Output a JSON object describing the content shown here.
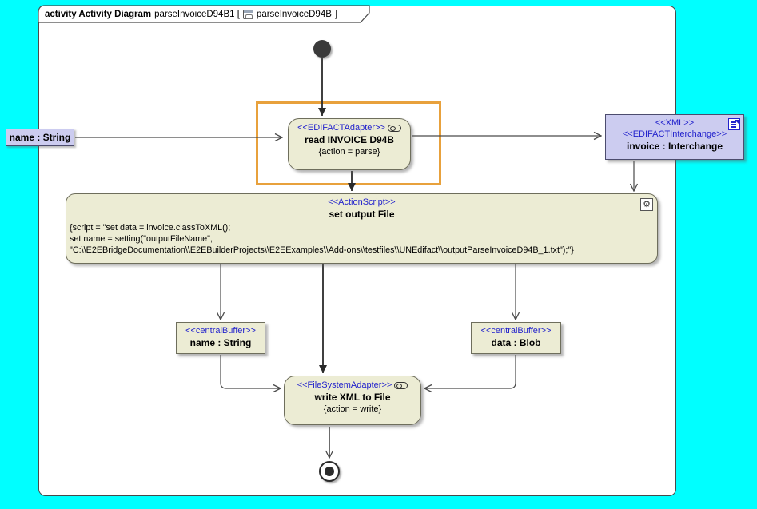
{
  "frame": {
    "label_keyword": "activity Activity Diagram",
    "label_name": "parseInvoiceD94B1 [",
    "label_ref": "parseInvoiceD94B",
    "label_close": "]"
  },
  "colors": {
    "background": "#00FFFF",
    "highlight_orange": "#E8A13C",
    "node_fill": "#ECECD4",
    "object_fill": "#CCCCF0",
    "stereotype_blue": "#2222CC"
  },
  "nodes": {
    "edifact_adapter": {
      "stereotype": "<<EDIFACTAdapter>>",
      "name": "read INVOICE D94B",
      "action": "{action = parse}"
    },
    "name_pin": {
      "label": "name : String"
    },
    "invoice_object": {
      "stereotype1": "<<XML>>",
      "stereotype2": "<<EDIFACTInterchange>>",
      "name": "invoice : Interchange"
    },
    "action_script": {
      "stereotype": "<<ActionScript>>",
      "name": "set output File",
      "script_lines": [
        "{script = \"set data = invoice.classToXML();",
        "set name = setting(\"outputFileName\",",
        "\"C:\\\\E2EBridgeDocumentation\\\\E2EBuilderProjects\\\\E2EExamples\\\\Add-ons\\\\testfiles\\\\UNEdifact\\\\outputParseInvoiceD94B_1.txt\");\"}"
      ]
    },
    "buffer_name": {
      "stereotype": "<<centralBuffer>>",
      "name": "name : String"
    },
    "buffer_data": {
      "stereotype": "<<centralBuffer>>",
      "name": "data : Blob"
    },
    "fs_adapter": {
      "stereotype": "<<FileSystemAdapter>>",
      "name": "write XML to File",
      "action": "{action = write}"
    }
  }
}
